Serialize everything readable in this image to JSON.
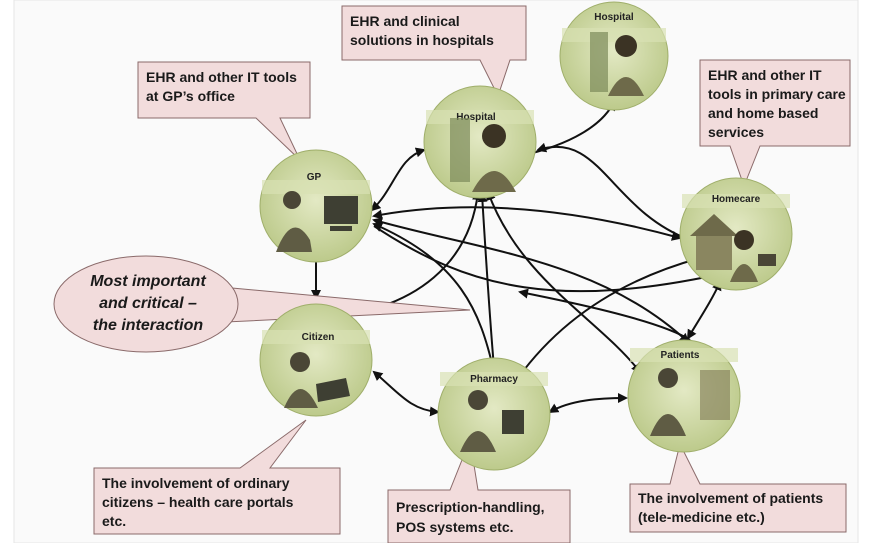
{
  "nodes": {
    "gp": {
      "label": "GP"
    },
    "hospital_center": {
      "label": "Hospital"
    },
    "hospital_top": {
      "label": "Hospital"
    },
    "homecare": {
      "label": "Homecare"
    },
    "citizen": {
      "label": "Citizen"
    },
    "pharmacy": {
      "label": "Pharmacy"
    },
    "patients": {
      "label": "Patients"
    }
  },
  "callouts": {
    "gp": [
      "EHR and other IT tools",
      "at GP’s office"
    ],
    "hospital": [
      "EHR and clinical",
      "solutions in hospitals"
    ],
    "homecare": [
      "EHR and other IT",
      "tools in primary care",
      "and home based",
      "services"
    ],
    "citizen": [
      "The involvement of ordinary",
      "citizens – health care portals",
      "etc."
    ],
    "pharmacy": [
      "Prescription-handling,",
      "POS systems etc."
    ],
    "patients": [
      "The involvement of patients",
      "(tele-medicine etc.)"
    ]
  },
  "interaction": [
    "Most important",
    "and critical –",
    "the interaction"
  ],
  "colors": {
    "callout_fill": "#f2dcdc",
    "node_fill": "#c8d49a",
    "node_band": "#d9e1b3",
    "arrow": "#111111"
  }
}
